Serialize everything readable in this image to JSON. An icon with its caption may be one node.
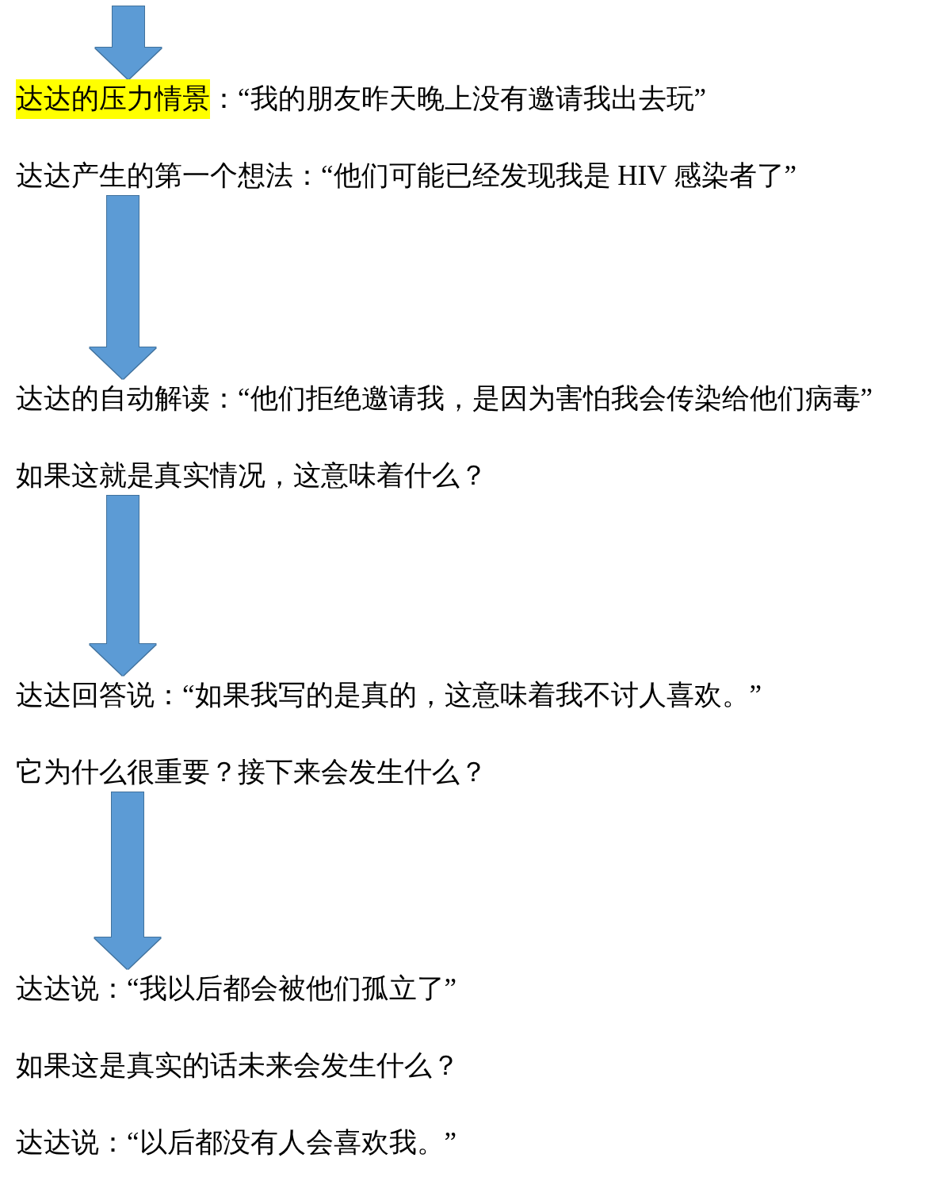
{
  "diagram": {
    "nodes": [
      {
        "text": [
          "达达的压力情景：“我的朋友昨天晚上没有邀请我出去玩”",
          "达达产生的第一个想法：“他们可能已经发现我是 HIV 感染者了”"
        ]
      },
      {
        "text": [
          "达达的自动解读：“他们拒绝邀请我，是因为害怕我会传染给他们病毒”",
          "如果这就是真实情况，这意味着什么？"
        ]
      },
      {
        "text": [
          "达达回答说：“如果我写的是真的，这意味着我不讨人喜欢。”",
          "它为什么很重要？接下来会发生什么？"
        ]
      },
      {
        "text": [
          "达达说：“我以后都会被他们孤立了”",
          "如果这是真实的话未来会发生什么？",
          "达达说：“以后都没有人会喜欢我。”"
        ]
      }
    ],
    "edges": [
      {
        "from": null,
        "to": 0,
        "arrow": "to"
      },
      {
        "from": 0,
        "to": 1,
        "arrow": "to"
      },
      {
        "from": 1,
        "to": 2,
        "arrow": "to"
      },
      {
        "from": 2,
        "to": 3,
        "arrow": "to"
      }
    ]
  }
}
